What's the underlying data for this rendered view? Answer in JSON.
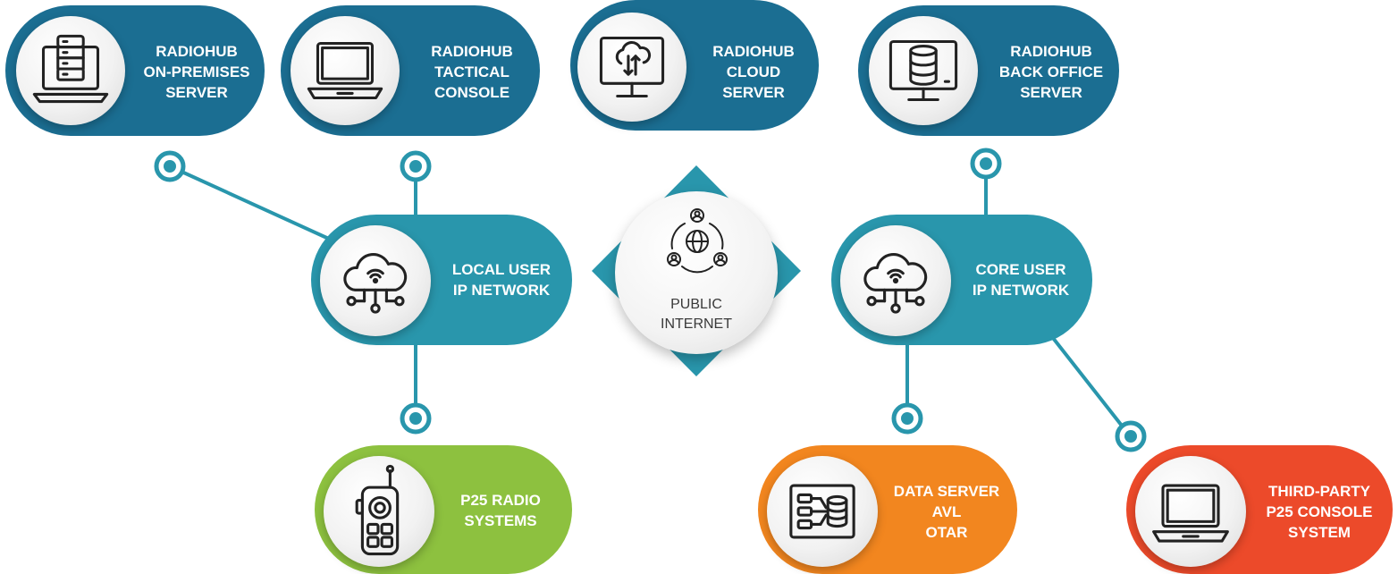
{
  "colors": {
    "server_blue": "#1b6e92",
    "network_teal": "#2996ac",
    "radio_green": "#8dc13f",
    "data_orange": "#f2861f",
    "console_red": "#ec4a2a"
  },
  "nodes": {
    "on_prem": {
      "line1": "RADIOHUB",
      "line2": "ON-PREMISES",
      "line3": "SERVER",
      "icon": "server-laptop-icon"
    },
    "tactical": {
      "line1": "RADIOHUB",
      "line2": "TACTICAL",
      "line3": "CONSOLE",
      "icon": "laptop-icon"
    },
    "cloud": {
      "line1": "RADIOHUB",
      "line2": "CLOUD",
      "line3": "SERVER",
      "icon": "cloud-monitor-icon"
    },
    "back_office": {
      "line1": "RADIOHUB",
      "line2": "BACK OFFICE",
      "line3": "SERVER",
      "icon": "database-monitor-icon"
    },
    "local_net": {
      "line1": "LOCAL USER",
      "line2": "IP NETWORK",
      "icon": "cloud-network-icon"
    },
    "core_net": {
      "line1": "CORE USER",
      "line2": "IP NETWORK",
      "icon": "cloud-network-icon"
    },
    "internet": {
      "line1": "PUBLIC",
      "line2": "INTERNET",
      "icon": "globe-users-icon"
    },
    "p25_radio": {
      "line1": "P25 RADIO",
      "line2": "SYSTEMS",
      "icon": "radio-handset-icon"
    },
    "data_server": {
      "line1": "DATA SERVER",
      "line2": "AVL",
      "line3": "OTAR",
      "icon": "data-flow-icon"
    },
    "third_party": {
      "line1": "THIRD-PARTY",
      "line2": "P25 CONSOLE",
      "line3": "SYSTEM",
      "icon": "laptop-icon"
    }
  }
}
